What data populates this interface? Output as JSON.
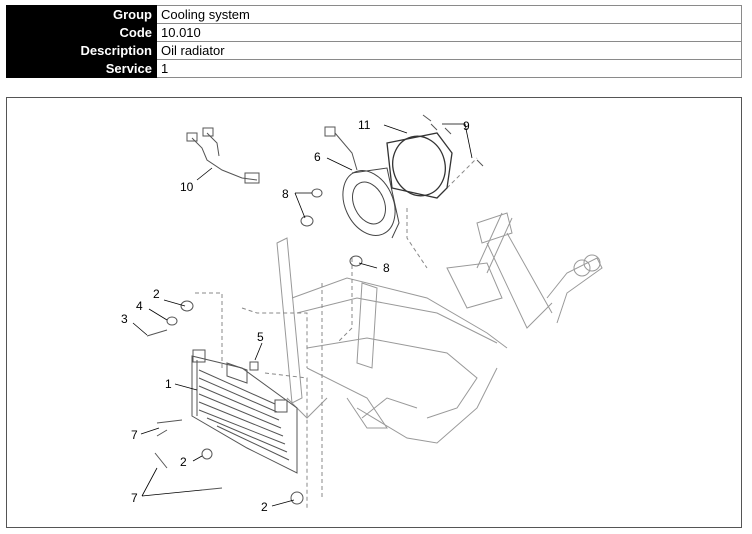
{
  "info": {
    "group_label": "Group",
    "group_value": "Cooling system",
    "code_label": "Code",
    "code_value": "10.010",
    "description_label": "Description",
    "description_value": "Oil radiator",
    "service_label": "Service",
    "service_value": "1"
  },
  "diagram": {
    "callouts": [
      {
        "id": "c10",
        "text": "10"
      },
      {
        "id": "c11",
        "text": "11"
      },
      {
        "id": "c9",
        "text": "9"
      },
      {
        "id": "c6",
        "text": "6"
      },
      {
        "id": "c8a",
        "text": "8"
      },
      {
        "id": "c8b",
        "text": "8"
      },
      {
        "id": "c2a",
        "text": "2"
      },
      {
        "id": "c4",
        "text": "4"
      },
      {
        "id": "c3",
        "text": "3"
      },
      {
        "id": "c5",
        "text": "5"
      },
      {
        "id": "c1",
        "text": "1"
      },
      {
        "id": "c7a",
        "text": "7"
      },
      {
        "id": "c2b",
        "text": "2"
      },
      {
        "id": "c7b",
        "text": "7"
      },
      {
        "id": "c2c",
        "text": "2"
      }
    ]
  }
}
